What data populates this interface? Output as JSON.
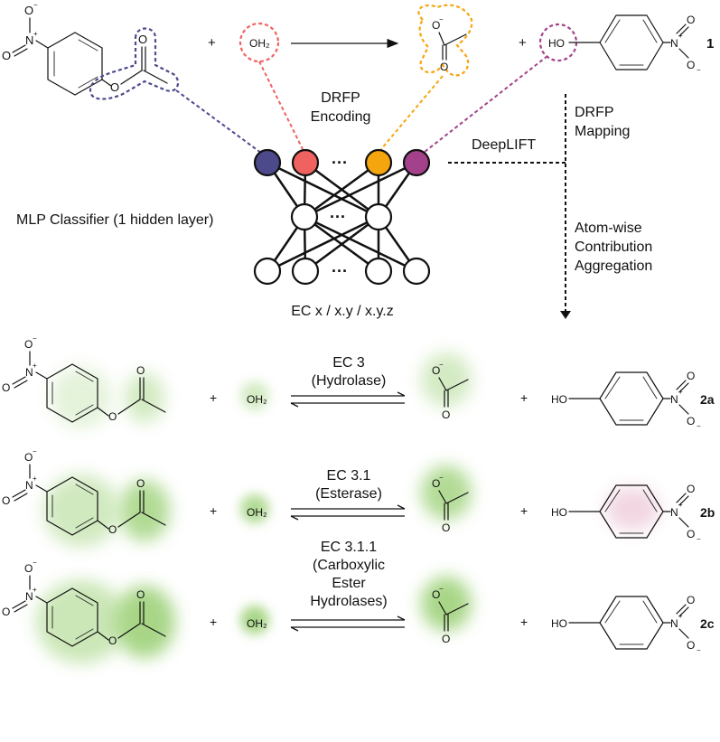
{
  "colors": {
    "node_acetate_ester": "#4d4a8c",
    "node_water": "#f0625f",
    "node_acetate": "#f5a60f",
    "node_phenol": "#a3428a",
    "glow": "#9fd27a",
    "glow_pink": "#e7b7cc"
  },
  "top_reaction": {
    "plus_1": "+",
    "water": "OH₂",
    "plus_2": "+",
    "phenol_ho": "HO",
    "nitro_n": "N",
    "nitro_o": "O",
    "charge_minus": "−",
    "charge_plus": "+",
    "label": "1"
  },
  "network": {
    "encoding_line1": "DRFP",
    "encoding_line2": "Encoding",
    "ellipsis": "···",
    "classifier_label": "MLP Classifier (1 hidden layer)",
    "output_label": "EC x / x.y / x.y.z",
    "deeplift_label": "DeepLIFT",
    "mapping_line1": "DRFP",
    "mapping_line2": "Mapping",
    "aggregation_line1": "Atom-wise",
    "aggregation_line2": "Contribution",
    "aggregation_line3": "Aggregation"
  },
  "rows": [
    {
      "label": "2a",
      "ec_line1": "EC 3",
      "ec_lines": [
        "(Hydrolase)"
      ],
      "plus": "+",
      "water": "OH₂",
      "ho": "HO"
    },
    {
      "label": "2b",
      "ec_line1": "EC 3.1",
      "ec_lines": [
        "(Esterase)"
      ],
      "plus": "+",
      "water": "OH₂",
      "ho": "HO"
    },
    {
      "label": "2c",
      "ec_line1": "EC 3.1.1",
      "ec_lines": [
        "(Carboxylic",
        "Ester",
        "Hydrolases)"
      ],
      "plus": "+",
      "water": "OH₂",
      "ho": "HO"
    }
  ]
}
